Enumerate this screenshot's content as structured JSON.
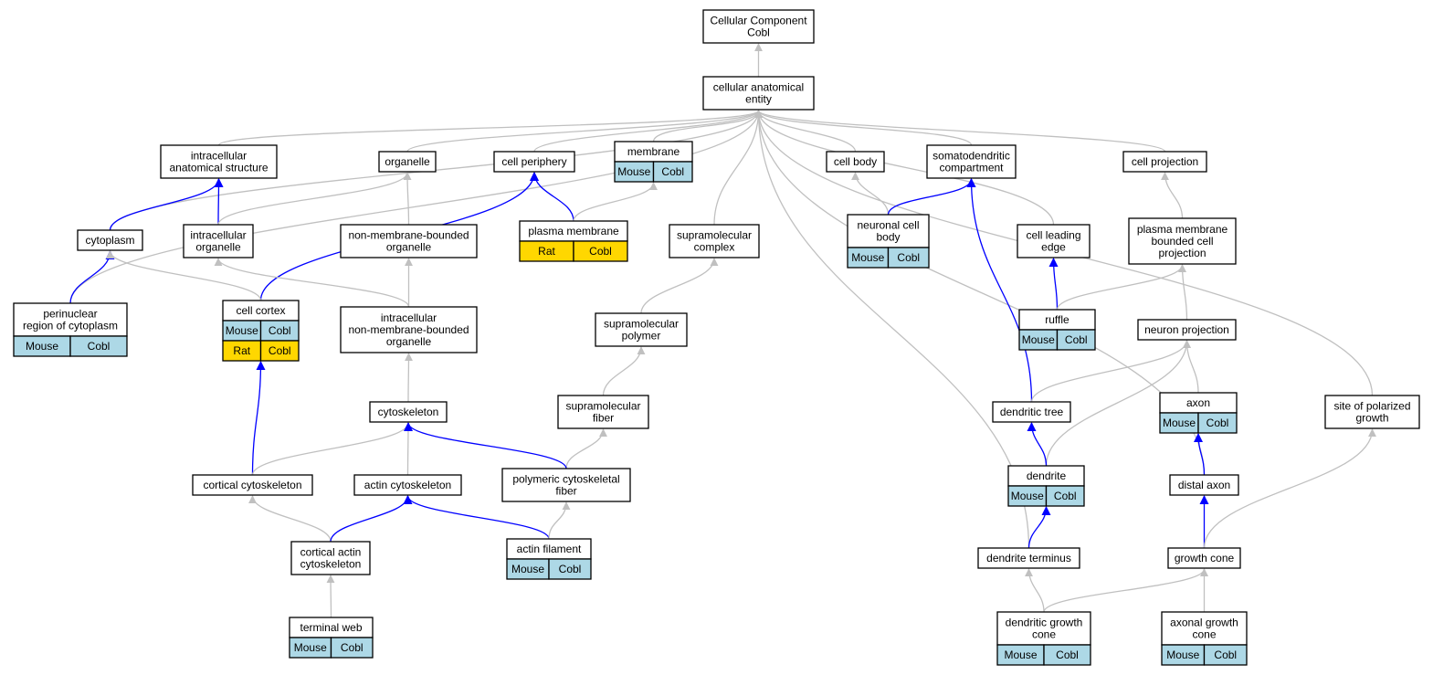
{
  "diagram": {
    "colors": {
      "mouse": "#add8e6",
      "rat": "#ffd700",
      "edge_is_a": "#c0c0c0",
      "edge_part_of": "#0000ff"
    },
    "nodes": [
      {
        "id": "root",
        "lines": [
          "Cellular Component",
          "Cobl"
        ]
      },
      {
        "id": "cae",
        "lines": [
          "cellular anatomical",
          "entity"
        ]
      },
      {
        "id": "ias",
        "lines": [
          "intracellular",
          "anatomical structure"
        ]
      },
      {
        "id": "organelle",
        "lines": [
          "organelle"
        ]
      },
      {
        "id": "periphery",
        "lines": [
          "cell periphery"
        ]
      },
      {
        "id": "membrane",
        "lines": [
          "membrane"
        ],
        "rows": [
          [
            "Mouse",
            "Cobl"
          ]
        ]
      },
      {
        "id": "cellbody",
        "lines": [
          "cell body"
        ]
      },
      {
        "id": "somato",
        "lines": [
          "somatodendritic",
          "compartment"
        ]
      },
      {
        "id": "cellproj",
        "lines": [
          "cell projection"
        ]
      },
      {
        "id": "cytoplasm",
        "lines": [
          "cytoplasm"
        ]
      },
      {
        "id": "intraorg",
        "lines": [
          "intracellular",
          "organelle"
        ]
      },
      {
        "id": "nmbo",
        "lines": [
          "non-membrane-bounded",
          "organelle"
        ]
      },
      {
        "id": "pm",
        "lines": [
          "plasma membrane"
        ],
        "rows": [
          [
            "Rat",
            "Cobl"
          ]
        ]
      },
      {
        "id": "supcomplex",
        "lines": [
          "supramolecular",
          "complex"
        ]
      },
      {
        "id": "ncb",
        "lines": [
          "neuronal cell",
          "body"
        ],
        "rows": [
          [
            "Mouse",
            "Cobl"
          ]
        ]
      },
      {
        "id": "leading",
        "lines": [
          "cell leading",
          "edge"
        ]
      },
      {
        "id": "pmbcp",
        "lines": [
          "plasma membrane",
          "bounded cell",
          "projection"
        ]
      },
      {
        "id": "perinuc",
        "lines": [
          "perinuclear",
          "region of cytoplasm"
        ],
        "rows": [
          [
            "Mouse",
            "Cobl"
          ]
        ]
      },
      {
        "id": "cortex",
        "lines": [
          "cell cortex"
        ],
        "rows": [
          [
            "Mouse",
            "Cobl"
          ],
          [
            "Rat",
            "Cobl"
          ]
        ]
      },
      {
        "id": "inmbo",
        "lines": [
          "intracellular",
          "non-membrane-bounded",
          "organelle"
        ]
      },
      {
        "id": "suppoly",
        "lines": [
          "supramolecular",
          "polymer"
        ]
      },
      {
        "id": "ruffle",
        "lines": [
          "ruffle"
        ],
        "rows": [
          [
            "Mouse",
            "Cobl"
          ]
        ]
      },
      {
        "id": "neuronproj",
        "lines": [
          "neuron projection"
        ]
      },
      {
        "id": "cytoskeleton",
        "lines": [
          "cytoskeleton"
        ]
      },
      {
        "id": "supfiber",
        "lines": [
          "supramolecular",
          "fiber"
        ]
      },
      {
        "id": "dtree",
        "lines": [
          "dendritic tree"
        ]
      },
      {
        "id": "axon",
        "lines": [
          "axon"
        ],
        "rows": [
          [
            "Mouse",
            "Cobl"
          ]
        ]
      },
      {
        "id": "polarized",
        "lines": [
          "site of polarized",
          "growth"
        ]
      },
      {
        "id": "cortcyto",
        "lines": [
          "cortical cytoskeleton"
        ]
      },
      {
        "id": "actincyto",
        "lines": [
          "actin cytoskeleton"
        ]
      },
      {
        "id": "polyfiber",
        "lines": [
          "polymeric cytoskeletal",
          "fiber"
        ]
      },
      {
        "id": "dendrite",
        "lines": [
          "dendrite"
        ],
        "rows": [
          [
            "Mouse",
            "Cobl"
          ]
        ]
      },
      {
        "id": "distal",
        "lines": [
          "distal axon"
        ]
      },
      {
        "id": "cortactin",
        "lines": [
          "cortical actin",
          "cytoskeleton"
        ]
      },
      {
        "id": "actinfil",
        "lines": [
          "actin filament"
        ],
        "rows": [
          [
            "Mouse",
            "Cobl"
          ]
        ]
      },
      {
        "id": "dterm",
        "lines": [
          "dendrite terminus"
        ]
      },
      {
        "id": "gcone",
        "lines": [
          "growth cone"
        ]
      },
      {
        "id": "termweb",
        "lines": [
          "terminal web"
        ],
        "rows": [
          [
            "Mouse",
            "Cobl"
          ]
        ]
      },
      {
        "id": "dgc",
        "lines": [
          "dendritic growth",
          "cone"
        ],
        "rows": [
          [
            "Mouse",
            "Cobl"
          ]
        ]
      },
      {
        "id": "agc",
        "lines": [
          "axonal growth",
          "cone"
        ],
        "rows": [
          [
            "Mouse",
            "Cobl"
          ]
        ]
      }
    ],
    "edges": [
      {
        "from": "cae",
        "to": "root",
        "type": "is_a"
      },
      {
        "from": "ias",
        "to": "cae",
        "type": "is_a"
      },
      {
        "from": "organelle",
        "to": "cae",
        "type": "is_a"
      },
      {
        "from": "periphery",
        "to": "cae",
        "type": "is_a"
      },
      {
        "from": "membrane",
        "to": "cae",
        "type": "is_a"
      },
      {
        "from": "cellbody",
        "to": "cae",
        "type": "is_a"
      },
      {
        "from": "somato",
        "to": "cae",
        "type": "is_a"
      },
      {
        "from": "cellproj",
        "to": "cae",
        "type": "is_a"
      },
      {
        "from": "cytoplasm",
        "to": "cae",
        "type": "is_a"
      },
      {
        "from": "perinuc",
        "to": "cae",
        "type": "is_a"
      },
      {
        "from": "supcomplex",
        "to": "cae",
        "type": "is_a"
      },
      {
        "from": "dterm",
        "to": "cae",
        "type": "is_a"
      },
      {
        "from": "leading",
        "to": "cae",
        "type": "is_a"
      },
      {
        "from": "distal",
        "to": "cae",
        "type": "is_a"
      },
      {
        "from": "polarized",
        "to": "cae",
        "type": "is_a"
      },
      {
        "from": "cytoplasm",
        "to": "ias",
        "type": "part_of"
      },
      {
        "from": "intraorg",
        "to": "ias",
        "type": "part_of"
      },
      {
        "from": "intraorg",
        "to": "organelle",
        "type": "is_a"
      },
      {
        "from": "nmbo",
        "to": "organelle",
        "type": "is_a"
      },
      {
        "from": "cortex",
        "to": "periphery",
        "type": "part_of"
      },
      {
        "from": "pm",
        "to": "periphery",
        "type": "part_of"
      },
      {
        "from": "pm",
        "to": "membrane",
        "type": "is_a"
      },
      {
        "from": "ncb",
        "to": "cellbody",
        "type": "is_a"
      },
      {
        "from": "ncb",
        "to": "somato",
        "type": "part_of"
      },
      {
        "from": "dtree",
        "to": "somato",
        "type": "part_of"
      },
      {
        "from": "pmbcp",
        "to": "cellproj",
        "type": "is_a"
      },
      {
        "from": "perinuc",
        "to": "cytoplasm",
        "type": "part_of"
      },
      {
        "from": "cortex",
        "to": "cytoplasm",
        "type": "is_a"
      },
      {
        "from": "inmbo",
        "to": "intraorg",
        "type": "is_a"
      },
      {
        "from": "inmbo",
        "to": "nmbo",
        "type": "is_a"
      },
      {
        "from": "cytoskeleton",
        "to": "inmbo",
        "type": "is_a"
      },
      {
        "from": "suppoly",
        "to": "supcomplex",
        "type": "is_a"
      },
      {
        "from": "supfiber",
        "to": "suppoly",
        "type": "is_a"
      },
      {
        "from": "polyfiber",
        "to": "supfiber",
        "type": "is_a"
      },
      {
        "from": "ruffle",
        "to": "leading",
        "type": "part_of"
      },
      {
        "from": "ruffle",
        "to": "pmbcp",
        "type": "is_a"
      },
      {
        "from": "neuronproj",
        "to": "pmbcp",
        "type": "is_a"
      },
      {
        "from": "dtree",
        "to": "neuronproj",
        "type": "is_a"
      },
      {
        "from": "dendrite",
        "to": "neuronproj",
        "type": "is_a"
      },
      {
        "from": "axon",
        "to": "neuronproj",
        "type": "is_a"
      },
      {
        "from": "cortcyto",
        "to": "cortex",
        "type": "part_of"
      },
      {
        "from": "cortcyto",
        "to": "cytoskeleton",
        "type": "is_a"
      },
      {
        "from": "actincyto",
        "to": "cytoskeleton",
        "type": "is_a"
      },
      {
        "from": "polyfiber",
        "to": "cytoskeleton",
        "type": "part_of"
      },
      {
        "from": "dendrite",
        "to": "dtree",
        "type": "part_of"
      },
      {
        "from": "distal",
        "to": "axon",
        "type": "part_of"
      },
      {
        "from": "cortactin",
        "to": "cortcyto",
        "type": "is_a"
      },
      {
        "from": "cortactin",
        "to": "actincyto",
        "type": "part_of"
      },
      {
        "from": "actinfil",
        "to": "actincyto",
        "type": "part_of"
      },
      {
        "from": "actinfil",
        "to": "polyfiber",
        "type": "is_a"
      },
      {
        "from": "dterm",
        "to": "dendrite",
        "type": "part_of"
      },
      {
        "from": "gcone",
        "to": "distal",
        "type": "part_of"
      },
      {
        "from": "gcone",
        "to": "polarized",
        "type": "is_a"
      },
      {
        "from": "termweb",
        "to": "cortactin",
        "type": "is_a"
      },
      {
        "from": "dgc",
        "to": "dterm",
        "type": "is_a"
      },
      {
        "from": "dgc",
        "to": "gcone",
        "type": "is_a"
      },
      {
        "from": "agc",
        "to": "gcone",
        "type": "is_a"
      }
    ]
  }
}
